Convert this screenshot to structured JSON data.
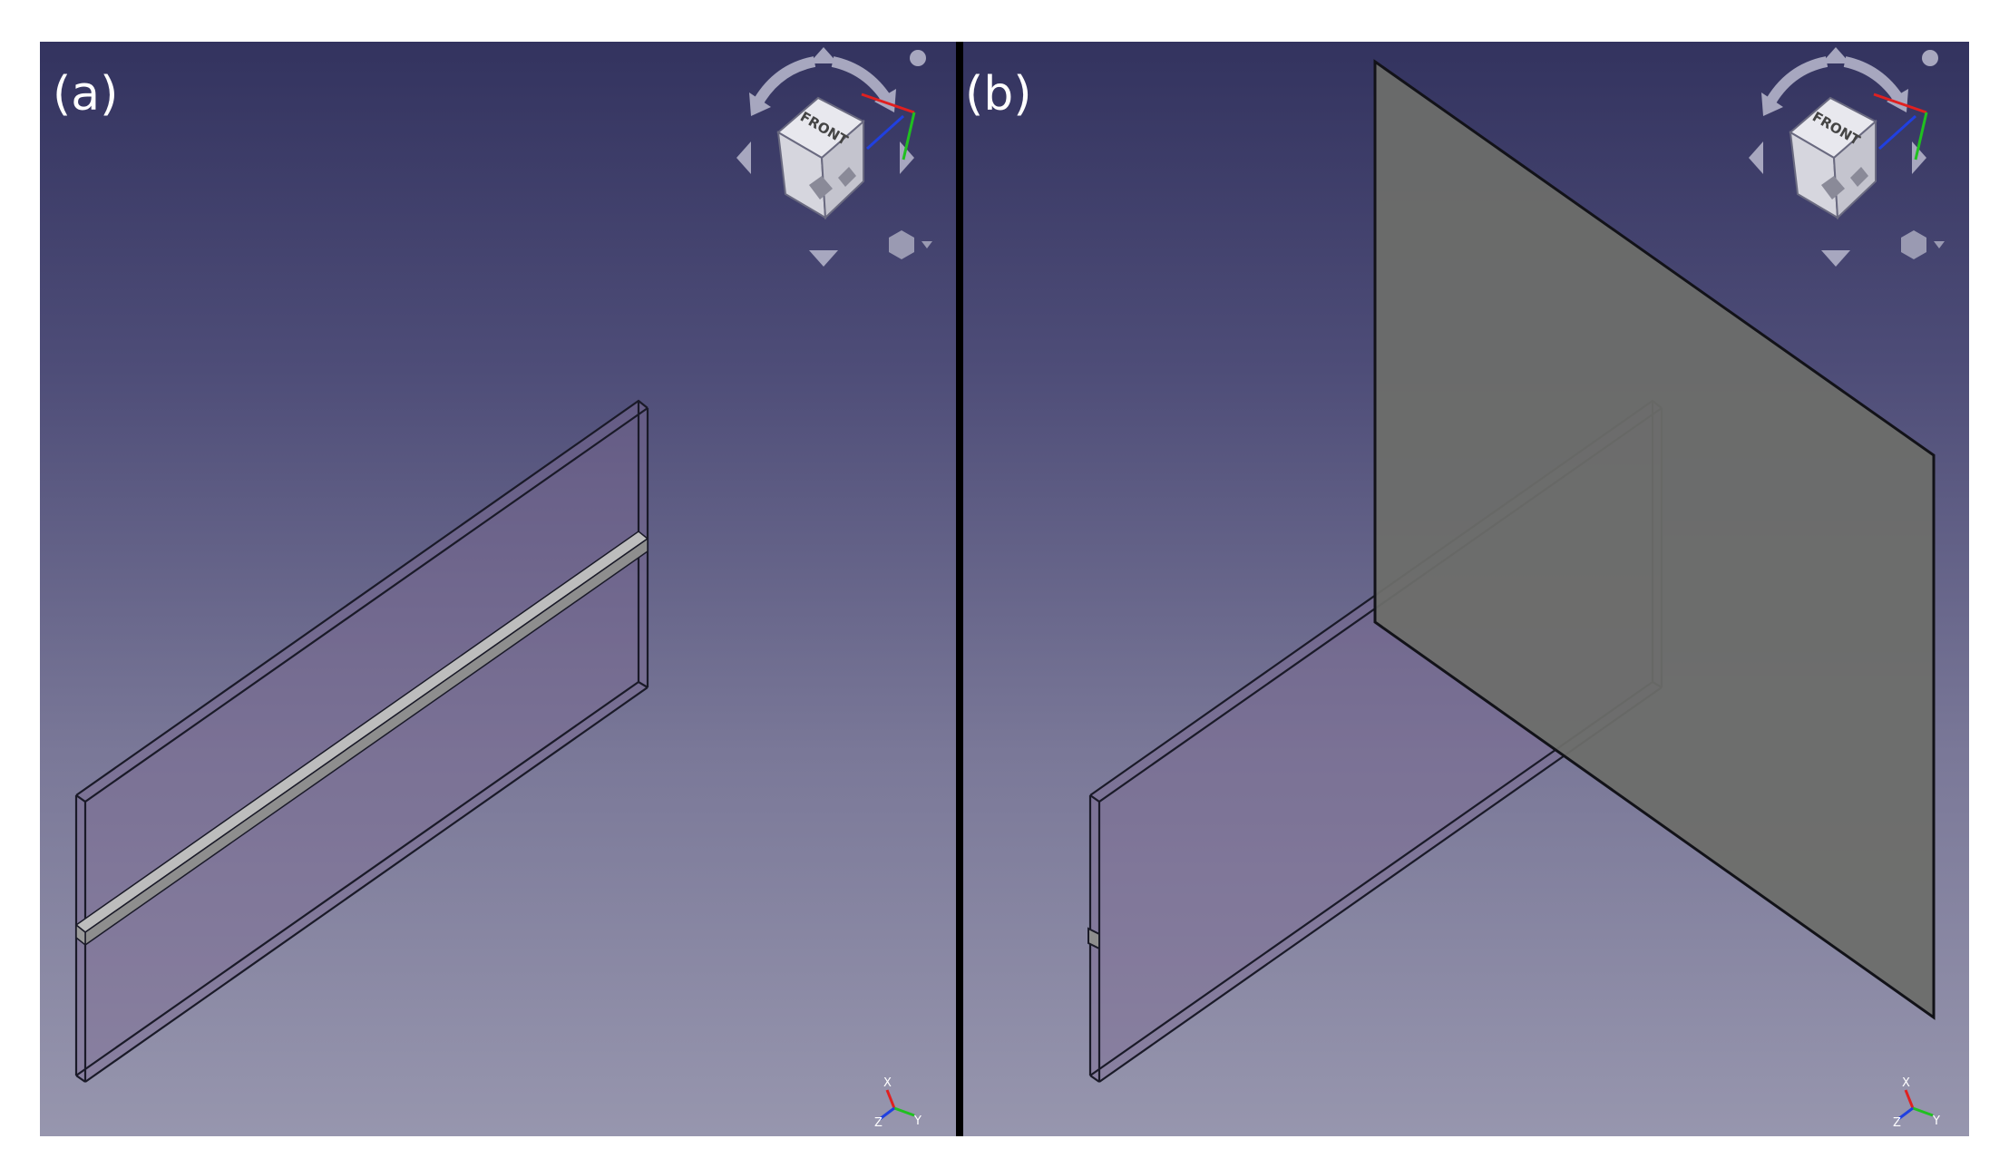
{
  "panels": [
    {
      "label": "(a)"
    },
    {
      "label": "(b)"
    }
  ],
  "navcube": {
    "face_label": "FRONT"
  },
  "axis_labels": {
    "x": "X",
    "y": "Y",
    "z": "Z"
  },
  "colors": {
    "background_top": "#33335f",
    "background_bottom": "#9796ae",
    "body_fill": "#7c6a92",
    "edge": "#1a1a28",
    "plane_fill": "#6c6d6a",
    "beam_fill": "#a8a8a8",
    "axis_x": "#e02020",
    "axis_y": "#20c020",
    "axis_z": "#2040e0"
  }
}
